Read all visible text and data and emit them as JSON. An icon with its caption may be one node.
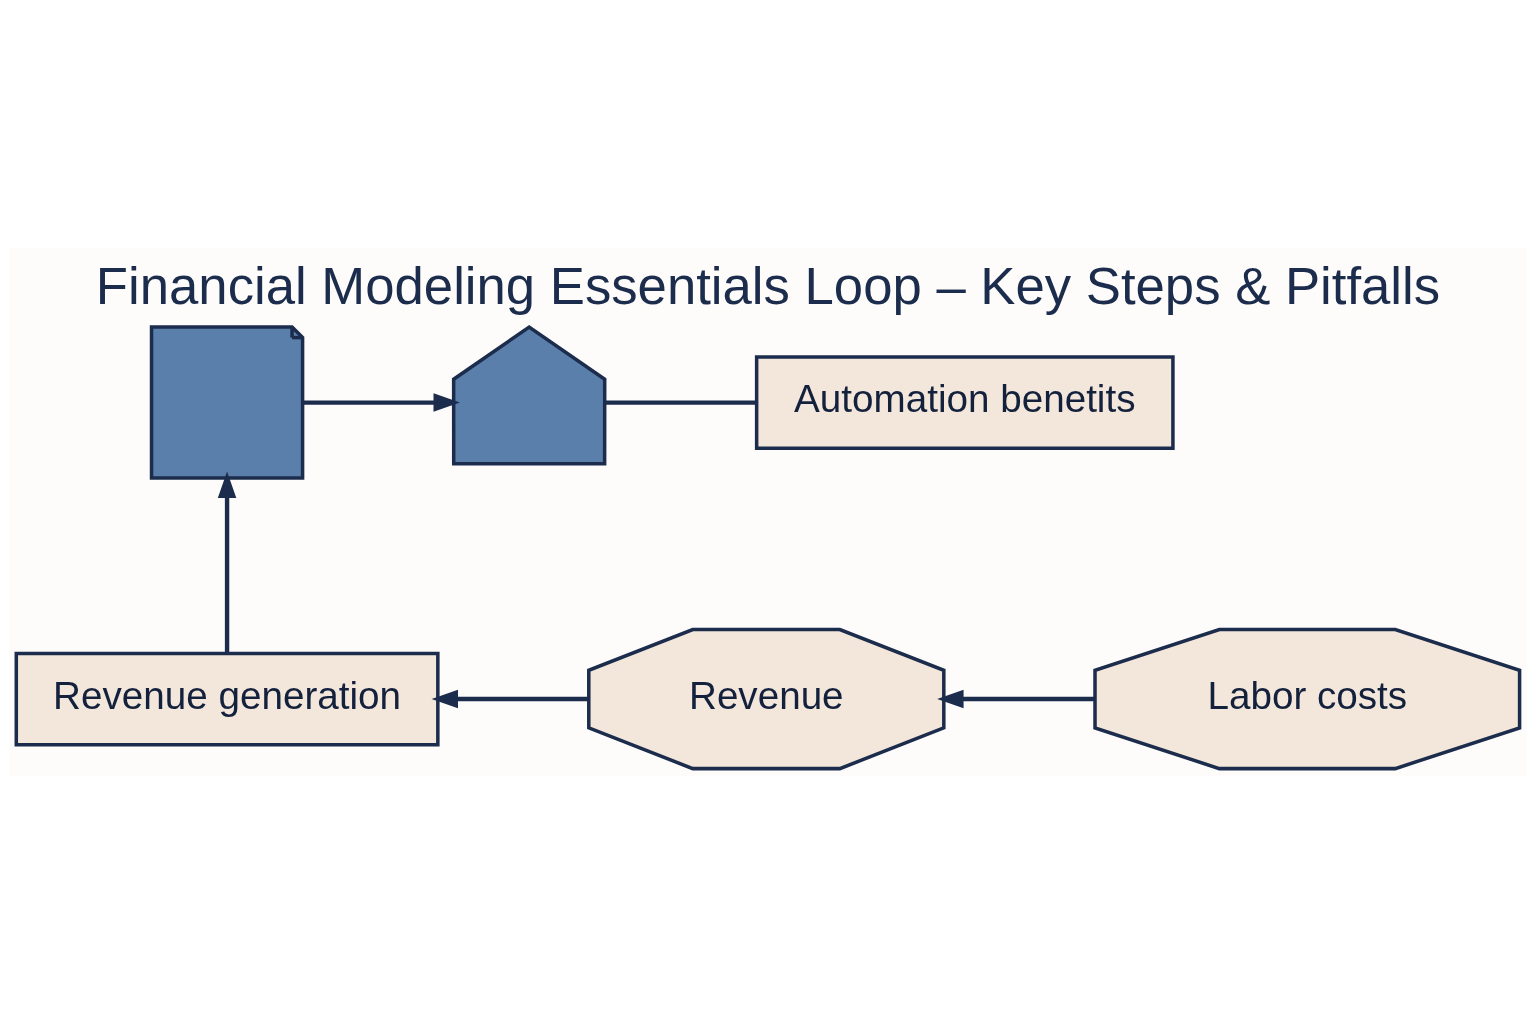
{
  "diagram": {
    "title": "Financial Modeling Essentials Loop – Key Steps & Pitfalls",
    "nodes": [
      {
        "text": [],
        "shape": "document"
      },
      {
        "text": [],
        "shape": "factory"
      },
      {
        "text": [
          "Automation benetits"
        ]
      },
      {
        "text": [
          "Labor costs"
        ]
      },
      {
        "text": [
          "Revenue"
        ]
      },
      {
        "text": [
          "Revenue generation"
        ]
      }
    ],
    "edges": [
      {
        "from": 0,
        "to": 1,
        "arrow": "to"
      },
      {
        "from": 1,
        "to": 2,
        "arrow": "none"
      },
      {
        "from": 3,
        "to": 4,
        "arrow": "to"
      },
      {
        "from": 4,
        "to": 5,
        "arrow": "to"
      },
      {
        "from": 5,
        "to": 0,
        "arrow": "to"
      }
    ]
  }
}
